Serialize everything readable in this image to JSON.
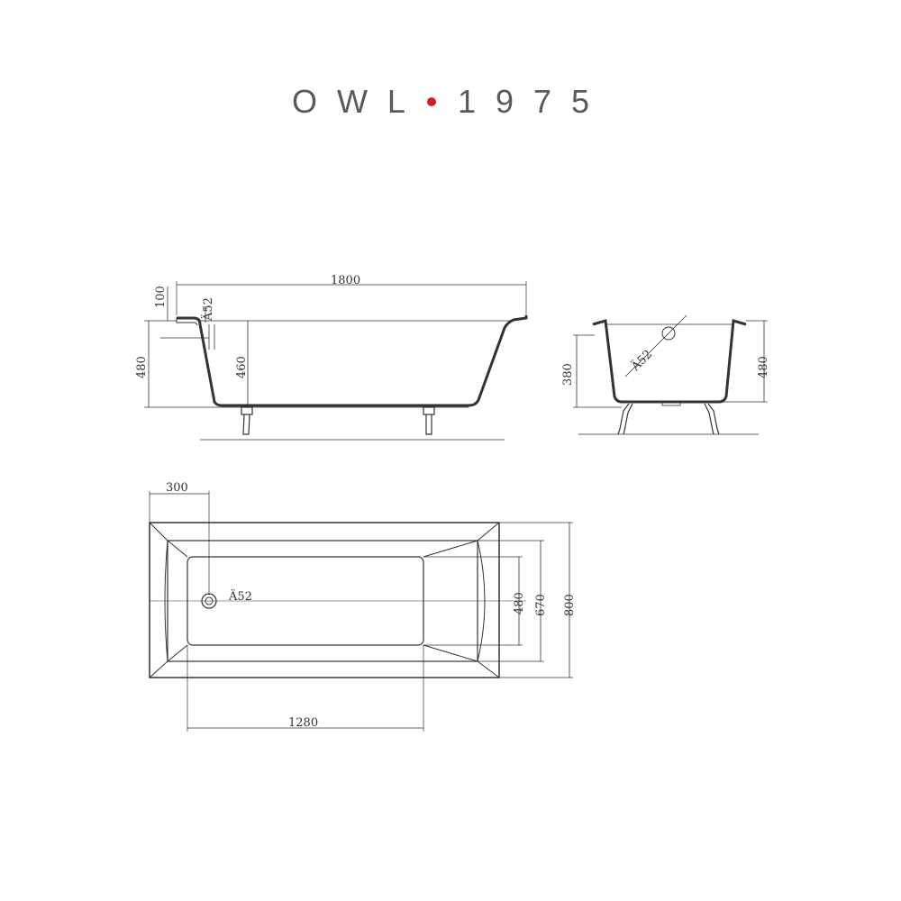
{
  "brand": {
    "left": "OWL",
    "right": "1975",
    "dot_color": "#d0202a"
  },
  "side_view": {
    "length": "1800",
    "rim_height": "100",
    "drain_diameter": "Ä52",
    "total_height": "480",
    "inner_depth": "460"
  },
  "end_view": {
    "inner_depth": "380",
    "drain_diameter": "Ä52",
    "total_height": "480"
  },
  "top_view": {
    "drain_offset": "300",
    "drain_diameter": "Ä52",
    "inner_width": "480",
    "rim_inner_width": "670",
    "total_width": "800",
    "inner_length": "1280"
  },
  "colors": {
    "line": "#333333",
    "thin": "#555555"
  }
}
